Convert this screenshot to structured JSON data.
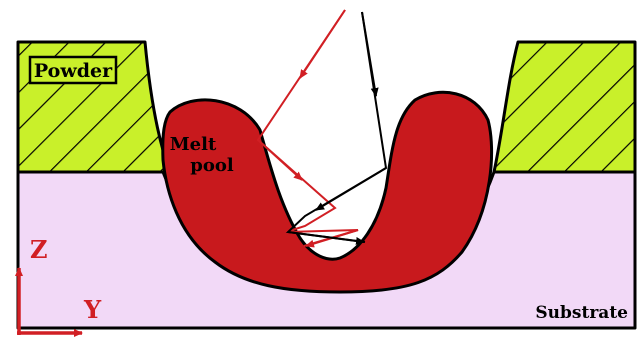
{
  "labels": {
    "powder": "Powder",
    "melt_line1": "Melt",
    "melt_line2": "pool",
    "substrate": "Substrate",
    "axis_z": "Z",
    "axis_y": "Y"
  },
  "colors": {
    "substrate": "#f2d9f7",
    "powder": "#c9f02a",
    "melt_pool": "#c8191d",
    "red_ray": "#d11f24",
    "black_ray": "#000000",
    "outline": "#000000",
    "axis": "#d11f24"
  }
}
